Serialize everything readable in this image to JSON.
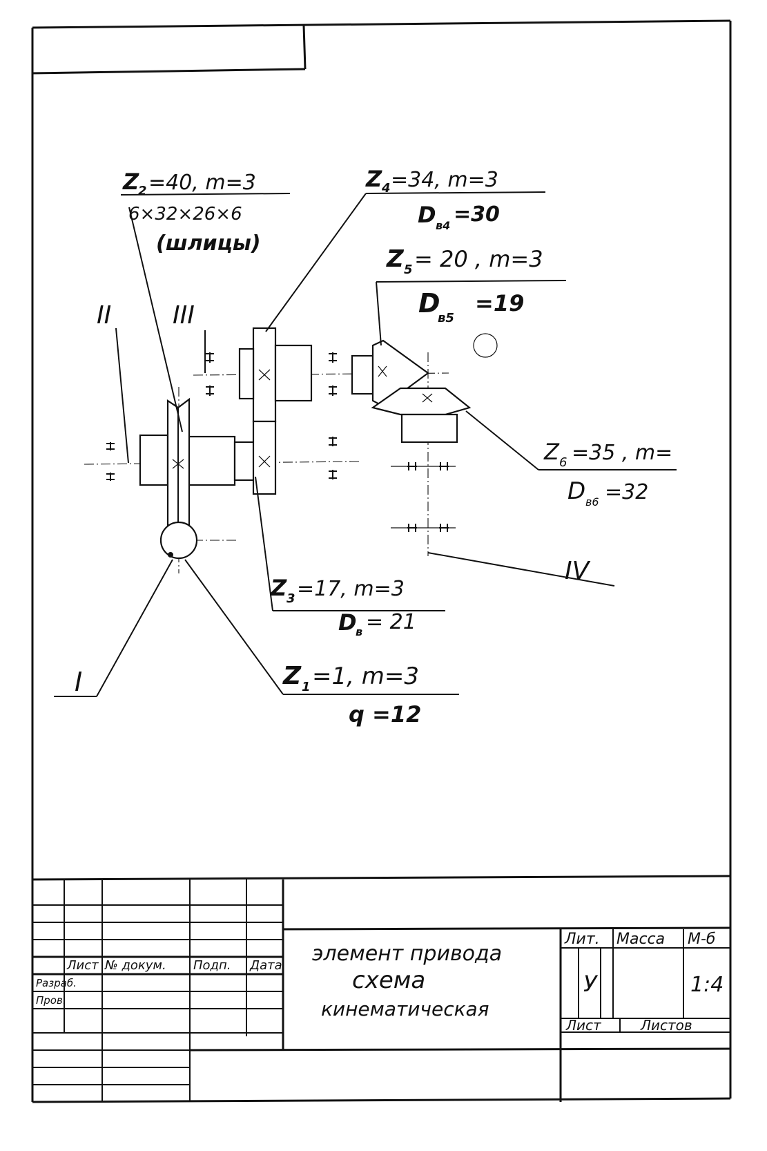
{
  "annotations": {
    "z2_line1": "Z",
    "z2_sub": "2",
    "z2_rest": "=40, m=3",
    "z2_spline": "6×32×26×6",
    "z2_spline_note": "(шлицы)",
    "z4_line1": "Z",
    "z4_sub": "4",
    "z4_rest": "=34, m=3",
    "z4_d": "D",
    "z4_d_sub": "в4",
    "z4_d_val": "=30",
    "z5_line1": "Z",
    "z5_sub": "5",
    "z5_rest": "= 20 , m=3",
    "z5_d": "D",
    "z5_d_sub": "в5",
    "z5_d_val": "=19",
    "z6_line1": "Z",
    "z6_sub": "6",
    "z6_rest": "=35 , m=",
    "z6_d": "D",
    "z6_d_sub": "в6",
    "z6_d_val": "=32",
    "z3_line1": "Z",
    "z3_sub": "3",
    "z3_rest": "=17, m=3",
    "z3_d": "D",
    "z3_d_sub": "в",
    "z3_d_val": "= 21",
    "z1_line1": "Z",
    "z1_sub": "1",
    "z1_rest": "=1, m=3",
    "z1_q": "q =12",
    "shaft_I": "I",
    "shaft_II": "II",
    "shaft_III": "III",
    "shaft_IV": "IV"
  },
  "title_block": {
    "col_list": "Лист",
    "col_doc": "№ докум.",
    "col_sign": "Подп.",
    "col_date": "Дата",
    "row_dev": "Разраб.",
    "row_check": "Пров.",
    "title_line1": "элемент привода",
    "title_line2": "схема",
    "title_line3": "кинематическая",
    "lit_label": "Лит.",
    "mass_label": "Масса",
    "scale_label": "М-б",
    "lit_value": "У",
    "scale_value": "1:4",
    "sheet_label": "Лист",
    "sheets_label": "Листов"
  }
}
